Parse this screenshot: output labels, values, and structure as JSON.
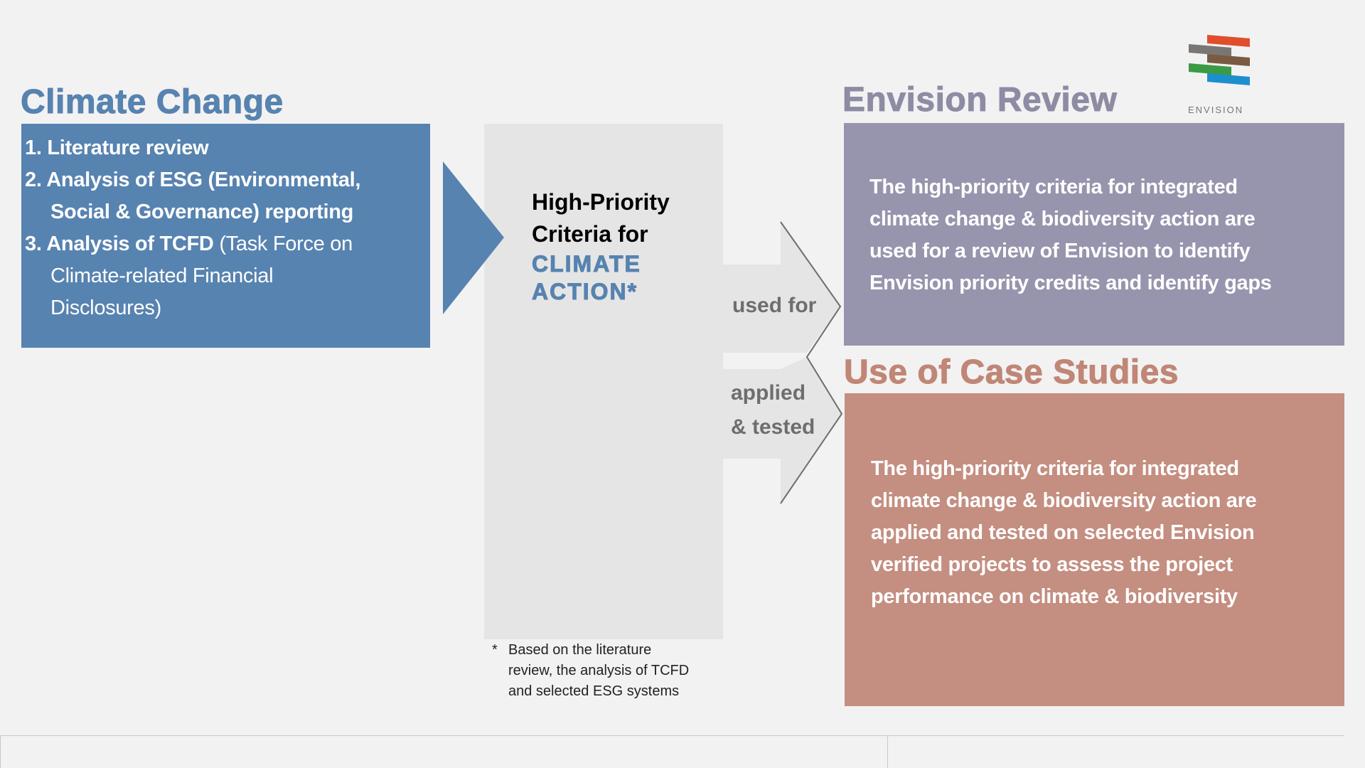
{
  "colors": {
    "blue": "#5783b0",
    "gray_panel": "#e5e5e5",
    "purple": "#9794ad",
    "salmon": "#c48e80",
    "salmon_title": "#c08676",
    "purple_title": "#8e8ca4"
  },
  "left": {
    "title": "Climate Change",
    "items": [
      {
        "bold": "1. Literature review",
        "regular": ""
      },
      {
        "bold": "2. Analysis of ESG (Environmental,",
        "regular": ""
      },
      {
        "bold": "Social & Governance) reporting",
        "regular": ""
      },
      {
        "bold": "3. Analysis of TCFD",
        "regular": " (Task Force on"
      },
      {
        "bold": "",
        "regular": "Climate-related Financial"
      },
      {
        "bold": "",
        "regular": "Disclosures)"
      }
    ]
  },
  "center": {
    "line1": "High-Priority",
    "line2": "Criteria for",
    "line3": "CLIMATE",
    "line4": "ACTION*",
    "footnote_marker": "*",
    "footnote": [
      "Based on the literature",
      "review, the analysis of TCFD",
      "and selected ESG systems"
    ]
  },
  "arrows": {
    "upper": "used for",
    "lower1": "applied",
    "lower2": "& tested"
  },
  "envision": {
    "title": "Envision Review",
    "logo_text": "ENVISION",
    "lines": [
      "The high-priority criteria for integrated",
      "climate change & biodiversity action are",
      "used for a review of Envision to identify",
      "Envision priority credits and identify gaps"
    ]
  },
  "cases": {
    "title": "Use of Case Studies",
    "lines": [
      "The high-priority criteria for integrated",
      "climate change & biodiversity action are",
      "applied and tested on selected Envision",
      "verified projects to assess the project",
      "performance on climate & biodiversity"
    ]
  }
}
